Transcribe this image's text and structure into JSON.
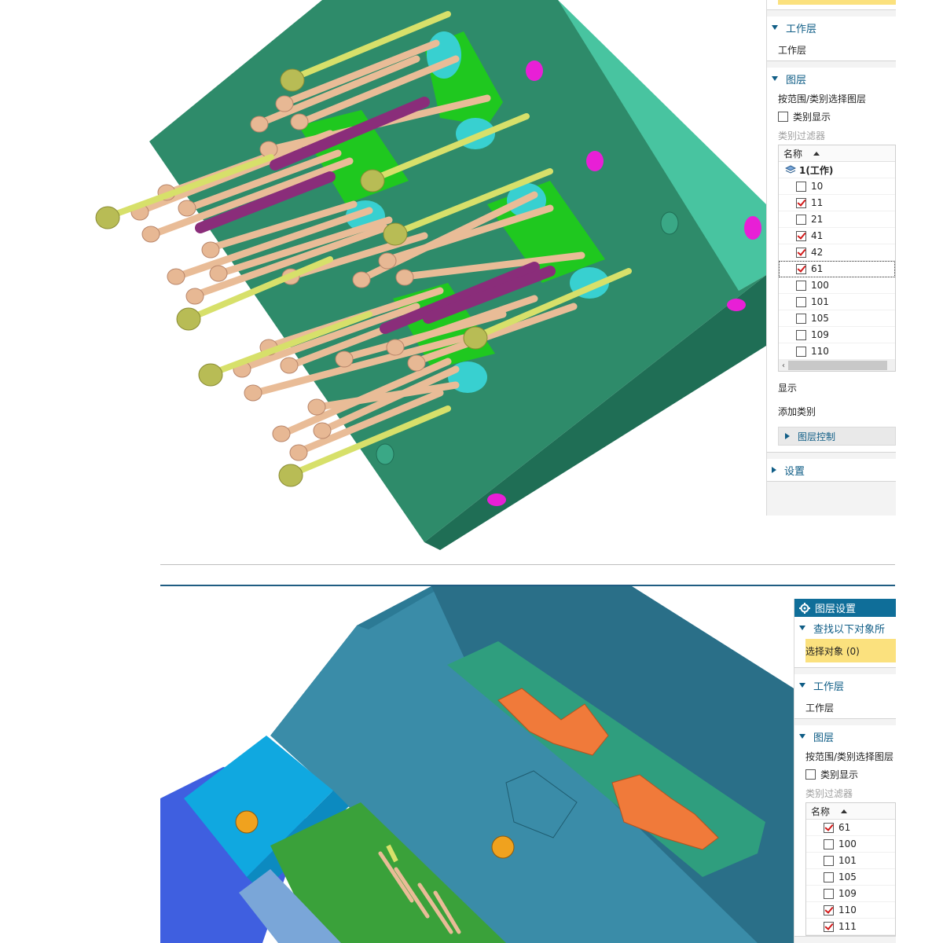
{
  "top_panel": {
    "work_layer": {
      "title": "工作层",
      "value": "工作层"
    },
    "layer": {
      "title": "图层",
      "select_by": "按范围/类别选择图层",
      "category_display": "类别显示",
      "category_filter": "类别过滤器",
      "column_name": "名称",
      "root_label": "1(工作)",
      "items": [
        {
          "label": "10",
          "checked": false
        },
        {
          "label": "11",
          "checked": true
        },
        {
          "label": "21",
          "checked": false
        },
        {
          "label": "41",
          "checked": true
        },
        {
          "label": "42",
          "checked": true
        },
        {
          "label": "61",
          "checked": true,
          "selected": true
        },
        {
          "label": "100",
          "checked": false
        },
        {
          "label": "101",
          "checked": false
        },
        {
          "label": "105",
          "checked": false
        },
        {
          "label": "109",
          "checked": false
        },
        {
          "label": "110",
          "checked": false
        }
      ],
      "display": "显示",
      "add_category": "添加类别",
      "layer_control": "图层控制"
    },
    "settings": "设置"
  },
  "bottom_panel": {
    "title": "图层设置",
    "find_objects": {
      "title": "查找以下对象所",
      "select_objects": "选择对象 (0)"
    },
    "work_layer": {
      "title": "工作层",
      "value": "工作层"
    },
    "layer": {
      "title": "图层",
      "select_by": "按范围/类别选择图层",
      "category_display": "类别显示",
      "category_filter": "类别过滤器",
      "column_name": "名称",
      "items": [
        {
          "label": "61",
          "checked": true
        },
        {
          "label": "100",
          "checked": false
        },
        {
          "label": "101",
          "checked": false
        },
        {
          "label": "105",
          "checked": false
        },
        {
          "label": "109",
          "checked": false
        },
        {
          "label": "110",
          "checked": true
        },
        {
          "label": "111",
          "checked": true
        }
      ]
    }
  },
  "colors": {
    "panel_header": "#0f6e99",
    "section_title": "#0f5d86",
    "highlight": "#fbe17e",
    "mold_plate_top": "#2e8b6a",
    "mold_plate_bottom": "#3a8ca8",
    "pin": "#efc8a8",
    "insert": "#f07a3a"
  }
}
